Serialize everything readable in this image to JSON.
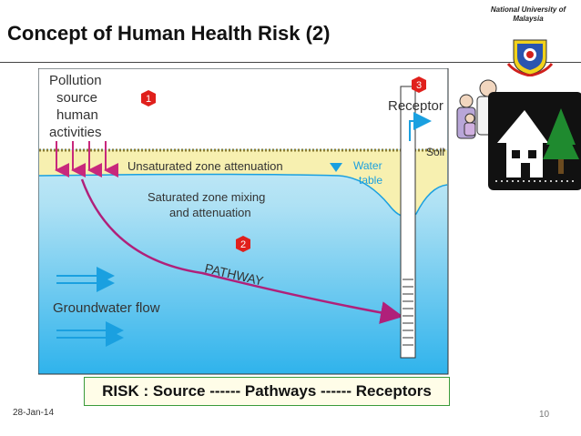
{
  "slide": {
    "title": "Concept of Human Health Risk (2)",
    "institution_line1": "National University of",
    "institution_line2": "Malaysia",
    "footer_date": "28-Jan-14",
    "page_number": "10",
    "risk_equation": "RISK : Source ------ Pathways ------ Receptors"
  },
  "diagram": {
    "source_lines": [
      "Pollution",
      "source",
      "human",
      "activities"
    ],
    "unsaturated_zone": "Unsaturated zone attenuation",
    "water_table_lines": [
      "Water",
      "table"
    ],
    "soil": "Soil",
    "receptor": "Receptor",
    "saturated_lines": [
      "Saturated zone mixing",
      "and attenuation"
    ],
    "pathway": "PATHWAY",
    "groundwater": "Groundwater flow",
    "markers": [
      "1",
      "2",
      "3"
    ]
  },
  "colors": {
    "marker_red": "#e0201c",
    "pathway_arrow": "#b0207a",
    "water_blue": "#1aa0e0",
    "soil_yellow": "#f7f0b0",
    "risk_border": "#3a9a3a"
  }
}
